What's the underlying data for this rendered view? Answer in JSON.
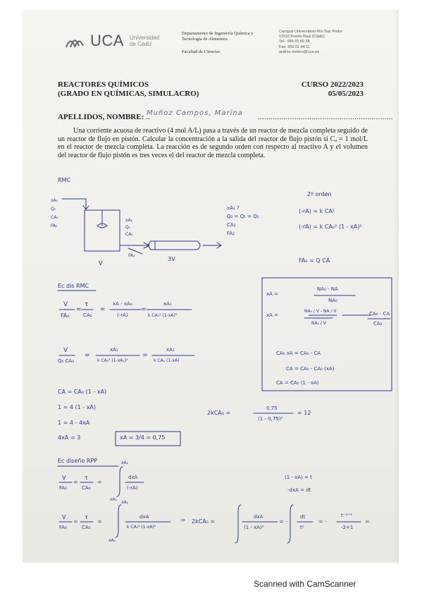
{
  "header": {
    "logo_text": "UCA",
    "university": [
      "Universidad",
      "de Cádiz"
    ],
    "department": [
      "Departamento de Ingeniería Química y",
      "Tecnología de Alimentos"
    ],
    "faculty": "Facultad de Ciencias",
    "address": [
      "Campus Universitario Río San Pedro",
      "11510 Puerto Real (Cádiz)",
      "Tel.: 956 01 65 58",
      "Fax: 956 01 64 11",
      "andres.molero@uca.es"
    ]
  },
  "exam": {
    "subject": "REACTORES QUÍMICOS",
    "program": "(GRADO EN QUÍMICAS, SIMULACRO)",
    "course": "CURSO 2022/2023",
    "date": "05/05/2023",
    "name_label": "APELLIDOS, NOMBRE:",
    "name_dots_before": "..",
    "name_dots_after": "...............................................................",
    "name_handwritten": "Muñoz Campos, Marina",
    "statement": "Una corriente acuosa de reactivo (4 mol A/L) pasa a través de un reactor de mezcla completa seguido de un reactor de flujo en pistón. Calcular la concentración a la salida del reactor de flujo pistón si Cₐ = 1 mol/L en el reactor de mezcla completa. La reacción es de segundo orden con respecto al reactivo A y el volumen del reactor de flujo pistón es tres veces el del reactor de mezcla completa."
  },
  "notes": {
    "rmc": "RMC",
    "feed_vars": [
      "xA₀",
      "Q₀",
      "CA₀",
      "FA₀"
    ],
    "mid_vars": [
      "xA₁",
      "Q₁",
      "CA₁"
    ],
    "fa1": "FA₁",
    "v_label": "V",
    "v3_label": "3V",
    "out_vars": [
      "xA₂ ?",
      "Q₂ = Q₁ = Q₀",
      "CA₂",
      "FA₂"
    ],
    "order": "2º orden",
    "rate1": "(-rA) = k CA²",
    "rate2": "(-rA) = k CA₀² (1 - xA)²",
    "fa0": "FA₀ = Q CA",
    "ec_rmc": "Ec dis RMC",
    "rmc_eq_a": [
      "V",
      "FA₀",
      "=",
      "τ",
      "CA₀",
      "=",
      "xA - xA₀",
      "(-rA)",
      "=",
      "xA₁",
      "k CA₀² (1-xA)²"
    ],
    "rmc_eq_b": [
      "V",
      "Q₀ CA₀",
      "=",
      "xA₁",
      "k CA₀² (1-xA₁)²",
      "=",
      "xA₁",
      "k CA₀ (1-xA)"
    ],
    "box": {
      "l1_lhs": "xA =",
      "l1_num": "NA₀ - NA",
      "l1_den": "NA₀",
      "l2_lhs": "xA =",
      "l2_a": "NA₀ / V - NA / V",
      "l2_b": "NA₀ / V",
      "l2_rhs_num": "CA₀ - CA",
      "l2_rhs_den": "CA₀",
      "l3": "CA₀ xA = CA₀ - CA",
      "l4": "CA = CA₀ - CA₀ (xA)",
      "l5": "CA = CA₀ (1 - xA)"
    },
    "solve": [
      "CA = CA₀ (1 - xA)",
      "1 = 4 (1 - xA)",
      "1 = 4 - 4xA",
      "4xA = 3"
    ],
    "result": "xA = 3/4 = 0,75",
    "tau_eq": [
      "2kCA₀ =",
      "0,75",
      "(1 - 0,75)²",
      "= 12"
    ],
    "ec_rpp": "Ec diseño RPP",
    "rpp_eq1": [
      "V",
      "FA₀",
      "=",
      "τ",
      "CA₀",
      "=",
      "dxA",
      "(-rA)",
      "xA₁",
      "xA₂"
    ],
    "subst": [
      "(1 - xA) = t",
      "-dxA = dt"
    ],
    "rpp_eq2": [
      "V",
      "FA₀",
      "=",
      "τ",
      "CA₀",
      "=",
      "dxA",
      "k CA₀² (1-xA)²",
      "xA₁",
      "xA₂"
    ],
    "rpp_eq3": [
      "2kCA₀ =",
      "dxA",
      "(1 - xA)²",
      "= -",
      "dt",
      "t²",
      "= -",
      "t⁻²⁺¹",
      "-2+1",
      "="
    ]
  },
  "footer": {
    "scanner": "Scanned with CamScanner"
  }
}
